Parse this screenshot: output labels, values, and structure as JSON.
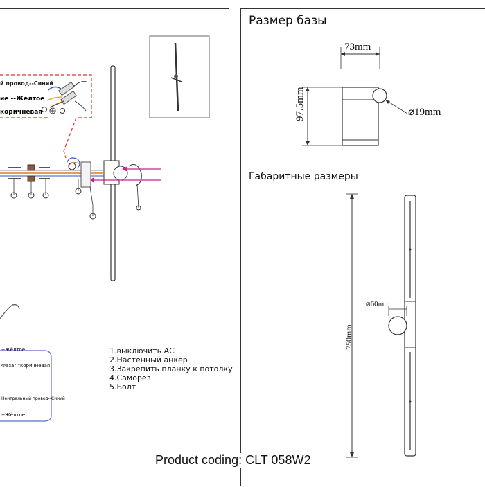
{
  "base_size": {
    "title": "Размер базы",
    "width_label": "73mm",
    "height_label": "97.5mm",
    "hole_label": "⌀19mm"
  },
  "overall": {
    "title": "Габаритные размеры",
    "height_label": "750mm",
    "diameter_label": "⌀60mm"
  },
  "wiring_callout": {
    "line1": "й провод--Синий",
    "line2": "ие --Жёлтое",
    "line3": "коричневая"
  },
  "legend_fragments": {
    "yellow1": "--Жёлтое",
    "phase": "Фаза\" \"коричневая",
    "neutral": "Неитральный провод--Синий",
    "yellow2": "--Жёлтое"
  },
  "steps": [
    "1.выключить АС",
    "2.Настенный   анкер",
    "3.Закрепить планку   к  потолку",
    "4.Саморез",
    "5.Болт"
  ],
  "product_coding": "Product coding: CLT 058W2",
  "colors": {
    "callout_red": "#d9362b",
    "arrow_magenta": "#d0208a",
    "wire_orange": "#e07a1c",
    "wire_blue": "#2f56c9",
    "legend_blue": "#5a6ed0"
  },
  "icons": [
    "lamp-fixture-icon",
    "screw-icon",
    "anchor-icon",
    "wire-connector-icon",
    "rotation-arrow-icon"
  ]
}
